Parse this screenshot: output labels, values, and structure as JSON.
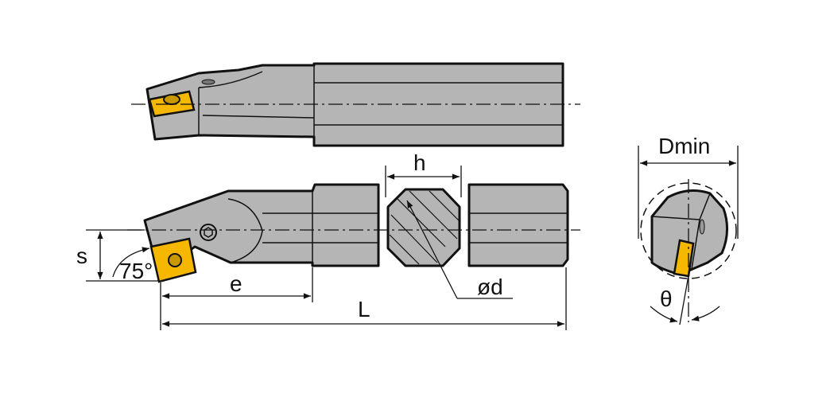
{
  "title": "Boring bar dimension drawing",
  "labels": {
    "h": "h",
    "dmin": "Dmin",
    "s": "s",
    "angle": "75°",
    "e": "e",
    "L": "L",
    "d": "ød",
    "theta": "θ"
  },
  "colors": {
    "body": "#b5b5b5",
    "insert": "#f5b700",
    "line": "#111111"
  }
}
